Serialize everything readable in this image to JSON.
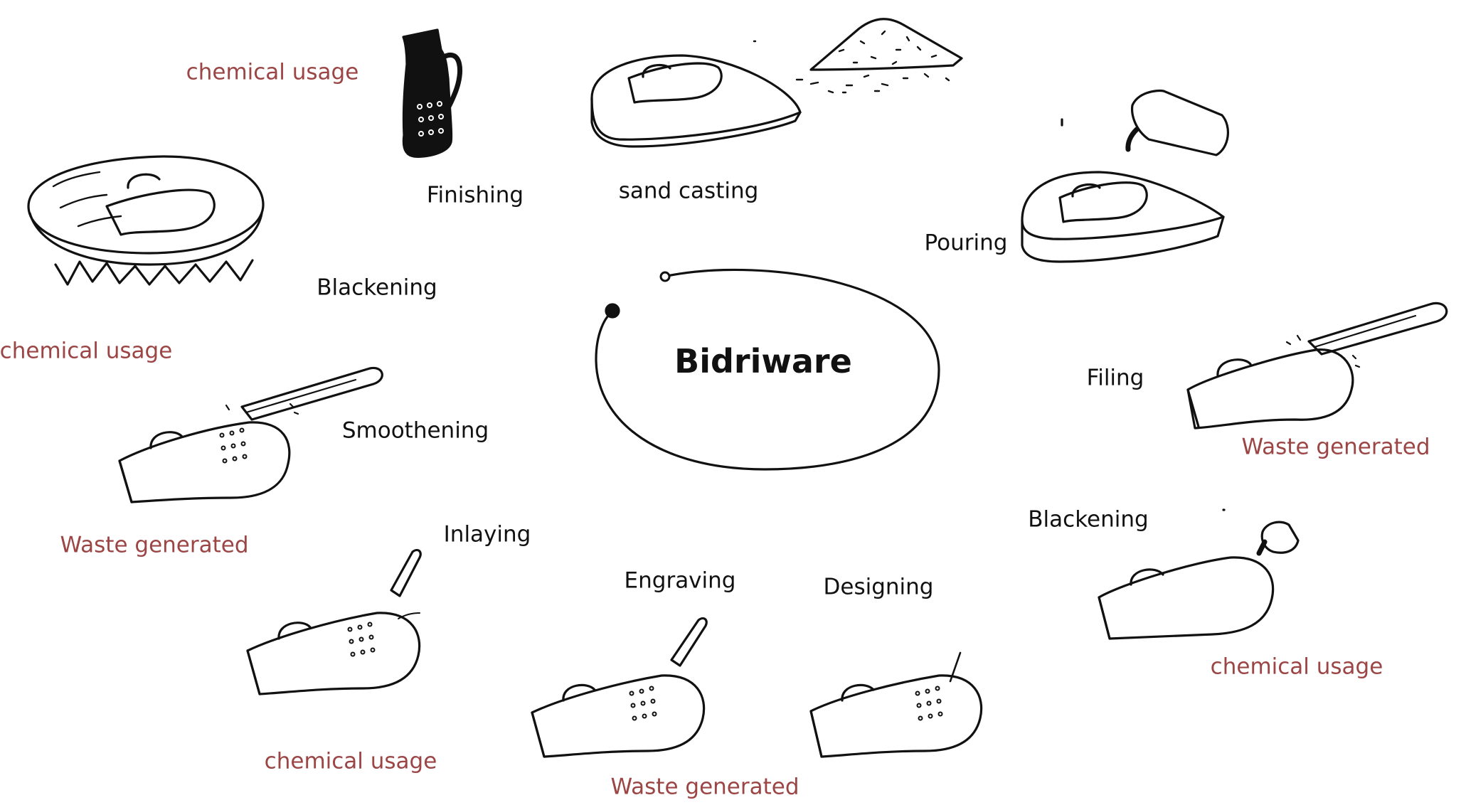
{
  "colors": {
    "step_text": "#111111",
    "impact_text": "#9b4545",
    "ink": "#111111",
    "background": "#ffffff"
  },
  "center": {
    "title": "Bidriware"
  },
  "steps": {
    "finishing": "Finishing",
    "sand_casting": "sand casting",
    "pouring": "Pouring",
    "filing": "Filing",
    "blackening_right": "Blackening",
    "designing": "Designing",
    "engraving": "Engraving",
    "inlaying": "Inlaying",
    "smoothening": "Smoothening",
    "blackening_left": "Blackening"
  },
  "impacts": {
    "finishing": "chemical usage",
    "blackening_left": "chemical usage",
    "smoothening": "Waste generated",
    "filing": "Waste generated",
    "blackening_right": "chemical usage",
    "inlaying": "chemical usage",
    "engraving": "Waste generated"
  },
  "illustrations": [
    "blackened-jug-icon",
    "sand-mould-icon",
    "sand-pile-icon",
    "pouring-mould-icon",
    "filing-jug-icon",
    "blackening-pour-icon",
    "designing-jug-icon",
    "engraving-jug-icon",
    "inlaying-jug-icon",
    "smoothening-jug-icon",
    "heating-bath-icon"
  ]
}
